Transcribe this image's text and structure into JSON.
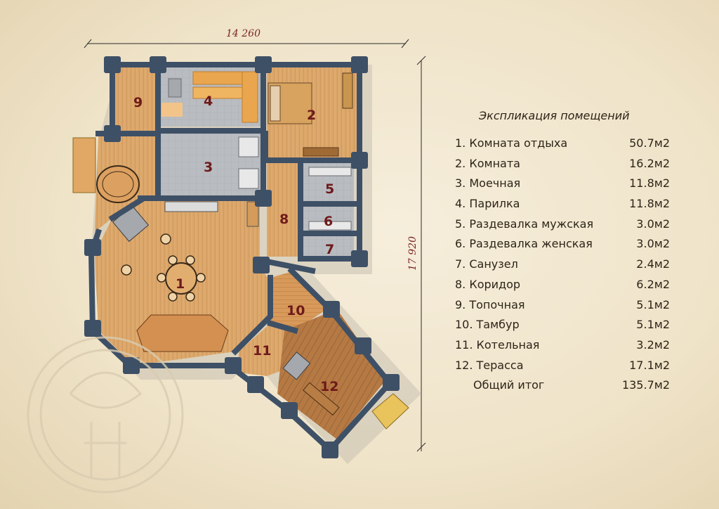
{
  "dimensions": {
    "width_label": "14 260",
    "height_label": "17 920"
  },
  "legend": {
    "title": "Экспликация помещений",
    "rooms": [
      {
        "num": "1",
        "name": "1. Комната отдыха",
        "area": "50.7м2"
      },
      {
        "num": "2",
        "name": "2. Комната",
        "area": "16.2м2"
      },
      {
        "num": "3",
        "name": "3. Моечная",
        "area": "11.8м2"
      },
      {
        "num": "4",
        "name": "4. Парилка",
        "area": "11.8м2"
      },
      {
        "num": "5",
        "name": "5. Раздевалка мужская",
        "area": "3.0м2"
      },
      {
        "num": "6",
        "name": "6. Раздевалка женская",
        "area": "3.0м2"
      },
      {
        "num": "7",
        "name": "7. Санузел",
        "area": "2.4м2"
      },
      {
        "num": "8",
        "name": "8. Коридор",
        "area": "6.2м2"
      },
      {
        "num": "9",
        "name": "9. Топочная",
        "area": "5.1м2"
      },
      {
        "num": "10",
        "name": "10. Тамбур",
        "area": "5.1м2"
      },
      {
        "num": "11",
        "name": "11. Котельная",
        "area": "3.2м2"
      },
      {
        "num": "12",
        "name": "12. Терасса",
        "area": "17.1м2"
      }
    ],
    "total": {
      "name": "Общий итог",
      "area": "135.7м2"
    }
  },
  "colors": {
    "wall": "#3e5066",
    "wood": "#dca56a",
    "tile": "#b9bcc0",
    "text_red": "#6e1a1a"
  }
}
